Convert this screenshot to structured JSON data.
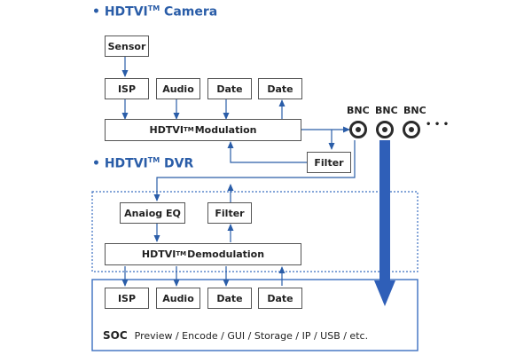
{
  "camera": {
    "heading_prefix": "• HDTVI",
    "heading_tm": "TM",
    "heading_suffix": " Camera",
    "sensor": "Sensor",
    "isp": "ISP",
    "audio": "Audio",
    "date1": "Date",
    "date2": "Date",
    "modulation_prefix": "HDTVI",
    "modulation_tm": "TM",
    "modulation_suffix": " Modulation",
    "filter": "Filter"
  },
  "bnc": {
    "labels": [
      "BNC",
      "BNC",
      "BNC"
    ],
    "more": "• • •"
  },
  "dvr": {
    "heading_prefix": "• HDTVI",
    "heading_tm": "TM",
    "heading_suffix": " DVR",
    "analog_eq": "Anaiog EQ",
    "filter": "Filter",
    "demodulation_prefix": "HDTVI",
    "demodulation_tm": "TM",
    "demodulation_suffix": " Demodulation"
  },
  "soc": {
    "isp": "ISP",
    "audio": "Audio",
    "date1": "Date",
    "date2": "Date",
    "label": "SOC",
    "functions": "Preview / Encode / GUI / Storage / IP / USB / etc."
  },
  "colors": {
    "accent": "#2a5da8",
    "big_arrow": "#2f5fb8",
    "box_border": "#555555",
    "dotted_border": "#3b6fc0"
  }
}
